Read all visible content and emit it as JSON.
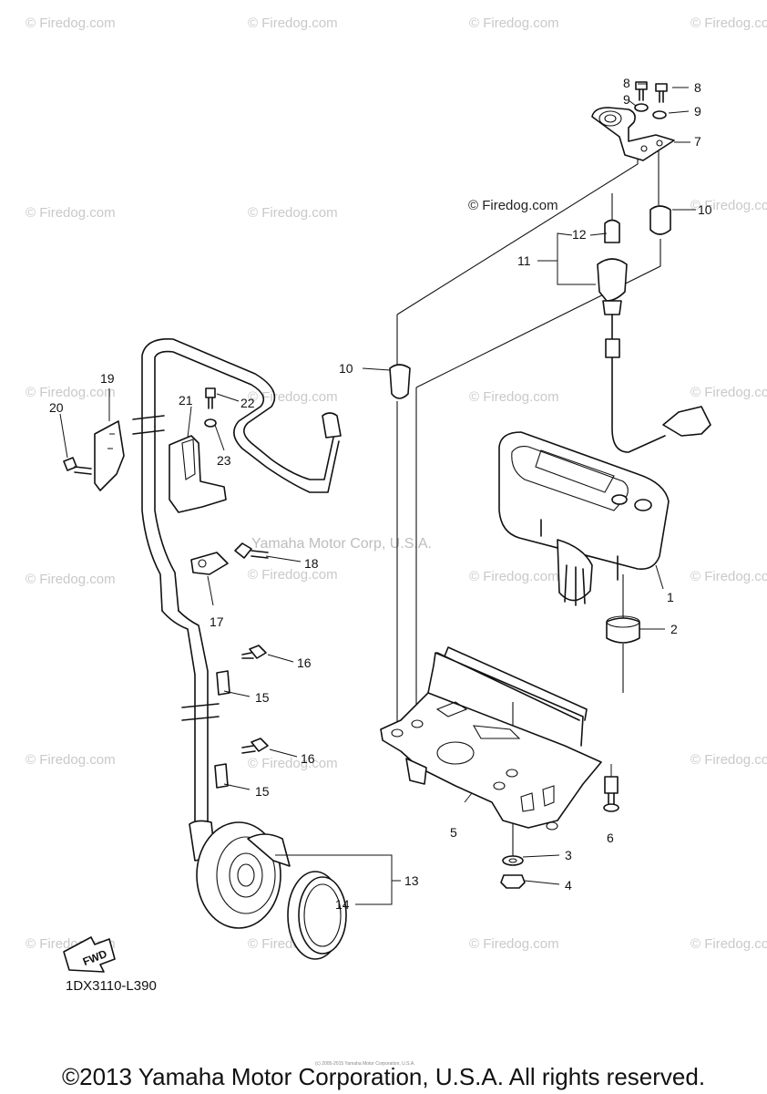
{
  "watermark_text": "© Firedog.com",
  "center_watermark": "© Firedog.com",
  "corp_watermark": "Yamaha Motor Corp, U.S.A.",
  "diagram_code": "1DX3110-L390",
  "fwd_label": "FWD",
  "copyright": "©2013 Yamaha Motor Corporation, U.S.A. All rights reserved.",
  "fine_print": "(c) 2005-2015 Yamaha Motor Corporation, U.S.A.",
  "callouts": {
    "c1": "1",
    "c2": "2",
    "c3": "3",
    "c4": "4",
    "c5": "5",
    "c6": "6",
    "c7": "7",
    "c8a": "8",
    "c8b": "8",
    "c9a": "9",
    "c9b": "9",
    "c10a": "10",
    "c10b": "10",
    "c11": "11",
    "c12": "12",
    "c13": "13",
    "c14": "14",
    "c15a": "15",
    "c15b": "15",
    "c16a": "16",
    "c16b": "16",
    "c17": "17",
    "c18": "18",
    "c19": "19",
    "c20": "20",
    "c21": "21",
    "c22": "22",
    "c23": "23"
  }
}
